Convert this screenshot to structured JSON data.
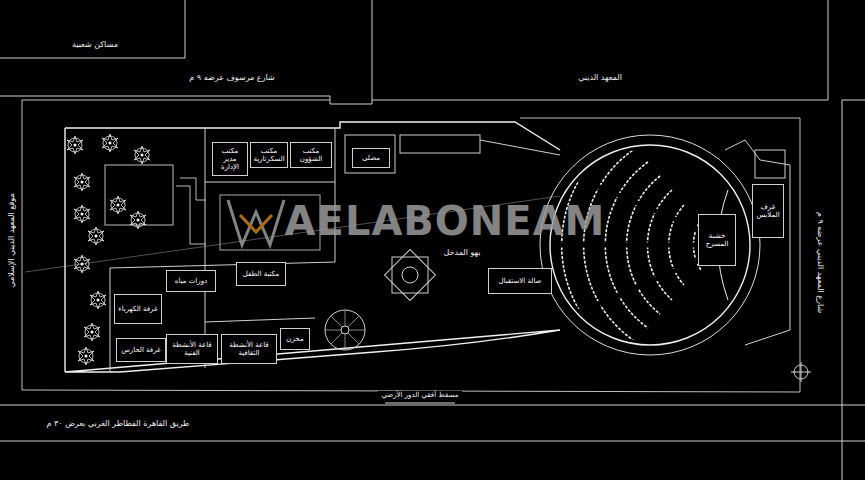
{
  "diagram": {
    "title": "مسقط أفقي الدور الأرضي",
    "nodes": [
      {
        "text": [
          "مكتب مدير الإدارة"
        ]
      },
      {
        "text": [
          "مكتب السكرتارية"
        ]
      },
      {
        "text": [
          "مكتب الشؤون"
        ]
      },
      {
        "text": [
          "مصلى"
        ]
      },
      {
        "text": [
          "مكتبة الطفل"
        ]
      },
      {
        "text": [
          "دورات مياه"
        ]
      },
      {
        "text": [
          "غرفة الكهرباء"
        ]
      },
      {
        "text": [
          "غرفة الحارس"
        ]
      },
      {
        "text": [
          "قاعة الأنشطة الفنية"
        ]
      },
      {
        "text": [
          "قاعة الأنشطة الثقافية"
        ]
      },
      {
        "text": [
          "مخزن"
        ]
      },
      {
        "text": [
          "صالة الاستقبال"
        ]
      },
      {
        "text": [
          "خشبة المسرح"
        ]
      },
      {
        "text": [
          "غرف الملابس"
        ]
      }
    ],
    "labels": [
      "مساكن شعبية",
      "شارع مرسوف عرضه ٩ م",
      "المعهد الديني",
      "شارع المعهد الديني عرضه ٩ م",
      "موقع المعهد الديني الإسلامي",
      "طريق القاهرة الفطاطر الغربي بعرض ٣٠ م",
      "AELABONEAM",
      "بهو المدخل"
    ]
  }
}
